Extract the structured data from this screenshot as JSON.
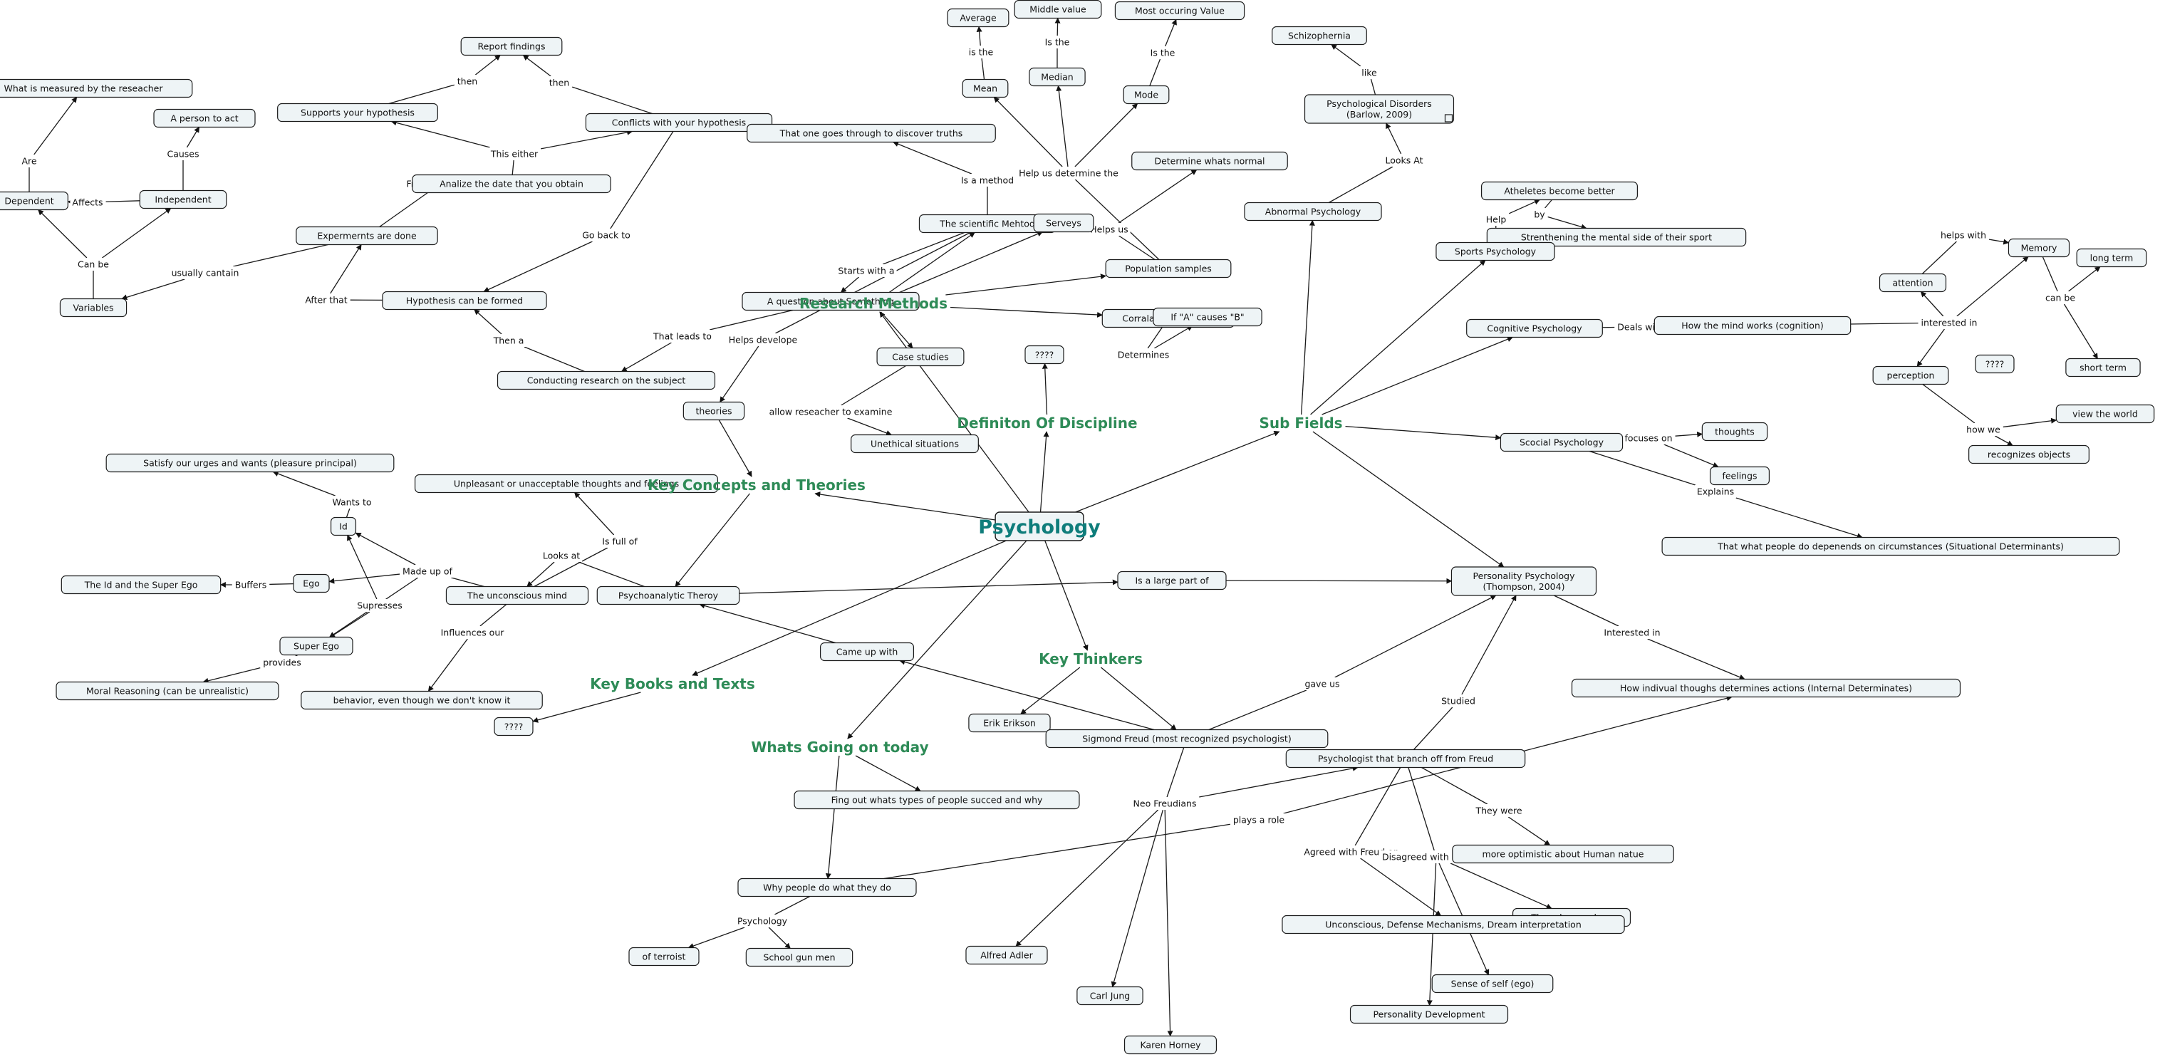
{
  "root": "Psychology",
  "categories": {
    "research_methods": "Research Methods",
    "definition": "Definiton Of Discipline",
    "sub_fields": "Sub Fields",
    "key_concepts": "Key Concepts and Theories",
    "key_books": "Key Books and Texts",
    "key_thinkers": "Key Thinkers",
    "today": "Whats Going on today"
  },
  "nodes": {
    "measured": "What is measured by the reseacher",
    "dependent": "Dependent",
    "person_to_act": "A person to act",
    "independent": "Independent",
    "variables": "Variables",
    "supports": "Supports your hypothesis",
    "report": "Report findings",
    "conflicts": "Conflicts with your hypothesis",
    "analize": "Analize the date that you obtain",
    "experiments": "Expermernts are done",
    "hypothesis": "Hypothesis can be formed",
    "question": "A question about Something",
    "conducting": "Conducting research on the subject",
    "discover": "That one goes through to discover truths",
    "scientific": "The scientific Mehtod",
    "serveys": "Serveys",
    "case_studies": "Case studies",
    "unethical": "Unethical situations",
    "theories": "theories",
    "average": "Average",
    "mean": "Mean",
    "middle": "Middle value",
    "median": "Median",
    "most": "Most occuring Value",
    "mode": "Mode",
    "normal": "Determine whats normal",
    "population": "Population samples",
    "correlational": "Corralational studies",
    "if_a": "If \"A\" causes \"B\"",
    "qq_def": "????",
    "schizo": "Schizophernia",
    "disorders": "Psychological Disorders\n(Barlow, 2009)",
    "abnormal": "Abnormal Psychology",
    "athletes": "Atheletes become better",
    "strengthening": "Strenthening the mental side of their sport",
    "sports": "Sports Psychology",
    "cognitive": "Cognitive Psychology",
    "mind_works": "How the mind works (cognition)",
    "memory": "Memory",
    "attention": "attention",
    "long_term": "long term",
    "short_term": "short term",
    "qq_cog": "????",
    "perception": "perception",
    "view_world": "view the world",
    "recognizes": "recognizes objects",
    "social": "Scocial Psychology",
    "thoughts": "thoughts",
    "feelings": "feelings",
    "circumstances": "That what people do depenends on circumstances (Situational Determinants)",
    "personality": "Personality Psychology\n(Thompson, 2004)",
    "individual": "How indivual thoughs determines actions  (Internal Determinates)",
    "satisfy": "Satisfy our urges and wants (pleasure principal)",
    "unpleasant": "Unpleasant or unacceptable thoughts and feelings",
    "id": "Id",
    "ego": "Ego",
    "id_super": "The Id and the Super Ego",
    "super_ego": "Super Ego",
    "moral": "Moral Reasoning (can be unrealistic)",
    "unconscious": "The unconscious mind",
    "behavior": "behavior, even though we don't know it",
    "psychoanalytic": "Psychoanalytic Theroy",
    "qq_books": "????",
    "large_part": "Is a large part of",
    "came_up": "Came up with",
    "erikson": "Erik Erikson",
    "freud": "Sigmond Freud (most recognized psychologist)",
    "branch": "Psychologist that branch off from Freud",
    "optimistic": "more optimistic about Human natue",
    "sex_plays": "The role sex plays",
    "sense_self": "Sense of self (ego)",
    "personality_dev": "Personality Development",
    "unconscious_defense": "Unconscious, Defense Mechanisms, Dream interpretation",
    "adler": "Alfred Adler",
    "jung": "Carl Jung",
    "horney": "Karen Horney",
    "succeed": "Fing out whats types of people succed and why",
    "why_people": "Why people do what they do",
    "terroist": "of terroist",
    "gun_men": "School gun men"
  },
  "links": {
    "are": "Are",
    "causes": "Causes",
    "affects": "Affects",
    "can_be": "Can be",
    "usually": "usually cantain",
    "after_that": "After that",
    "from_there": "From there you",
    "then1": "then",
    "then2": "then",
    "this_either": "This either",
    "go_back": "Go back to",
    "then_a": "Then a",
    "that_leads": "That leads to",
    "starts_with": "Starts with a",
    "is_method": "Is a method",
    "helps_develope": "Helps develope",
    "allow": "allow reseacher to examine",
    "is_the1": "is the",
    "is_the2": "Is the",
    "is_the3": "Is the",
    "help_determine": "Help us determine the",
    "helps_us": "Helps us",
    "determines": "Determines",
    "like": "like",
    "looks_at_abn": "Looks At",
    "help": "Help",
    "by": "by",
    "deals_with": "Deals with",
    "helps_with": "helps with",
    "interested_in_cog": "interested in",
    "can_be_mem": "can be",
    "how_we": "how we",
    "focuses_on": "focuses on",
    "explains": "Explains",
    "interested_in_pers": "Interested in",
    "wants_to": "Wants to",
    "made_up": "Made up of",
    "buffers": "Buffers",
    "supresses": "Supresses",
    "provides": "provides",
    "is_full": "Is full of",
    "looks_at": "Looks at",
    "influences": "Influences our",
    "gave_us": "gave us",
    "studied": "Studied",
    "neo": "Neo Freudians",
    "plays_role": "plays a role",
    "they_were": "They were",
    "agreed": "Agreed with Freud on",
    "disagreed": "Disagreed with Freud on",
    "psychology_label": "Psychology"
  }
}
